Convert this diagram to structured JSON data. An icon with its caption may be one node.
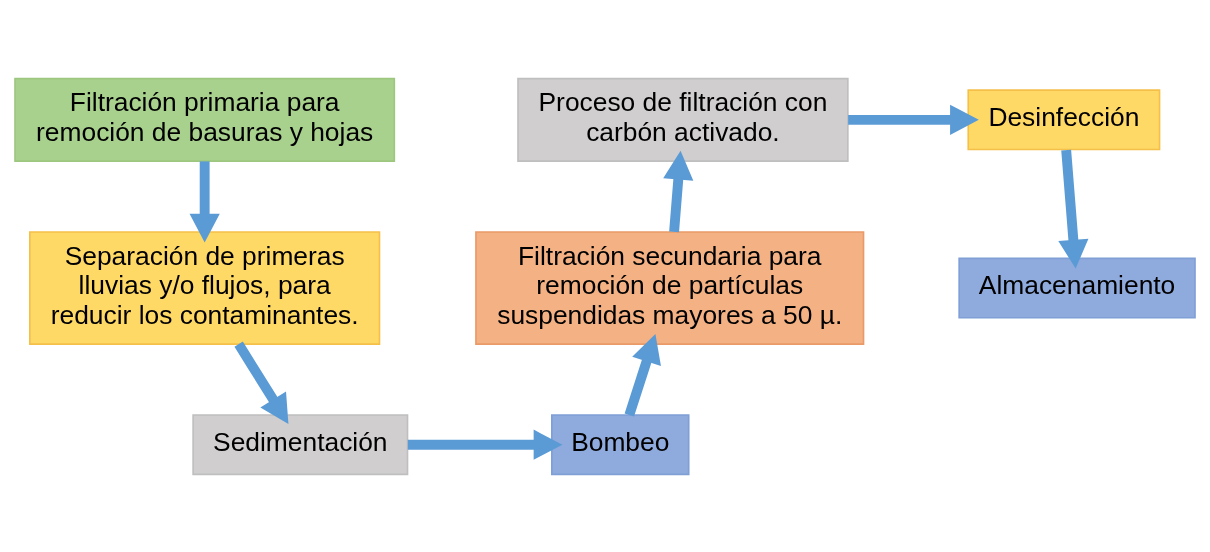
{
  "diagram": {
    "nodes": [
      {
        "text": [
          "Filtración primaria para remoción de basuras y hojas"
        ]
      },
      {
        "text": [
          "Separación de primeras lluvias y/o flujos, para reducir los contaminantes."
        ]
      },
      {
        "text": [
          "Sedimentación"
        ]
      },
      {
        "text": [
          "Bombeo"
        ]
      },
      {
        "text": [
          "Filtración secundaria para remoción de partículas suspendidas mayores a 50 µ."
        ]
      },
      {
        "text": [
          "Proceso de filtración con carbón activado."
        ]
      },
      {
        "text": [
          "Desinfección"
        ]
      },
      {
        "text": [
          "Almacenamiento"
        ]
      }
    ],
    "edges": [
      {
        "from": 0,
        "to": 1,
        "arrow": "to"
      },
      {
        "from": 1,
        "to": 2,
        "arrow": "to"
      },
      {
        "from": 2,
        "to": 3,
        "arrow": "to"
      },
      {
        "from": 3,
        "to": 4,
        "arrow": "to"
      },
      {
        "from": 4,
        "to": 5,
        "arrow": "to"
      },
      {
        "from": 5,
        "to": 6,
        "arrow": "to"
      },
      {
        "from": 6,
        "to": 7,
        "arrow": "to"
      }
    ]
  }
}
